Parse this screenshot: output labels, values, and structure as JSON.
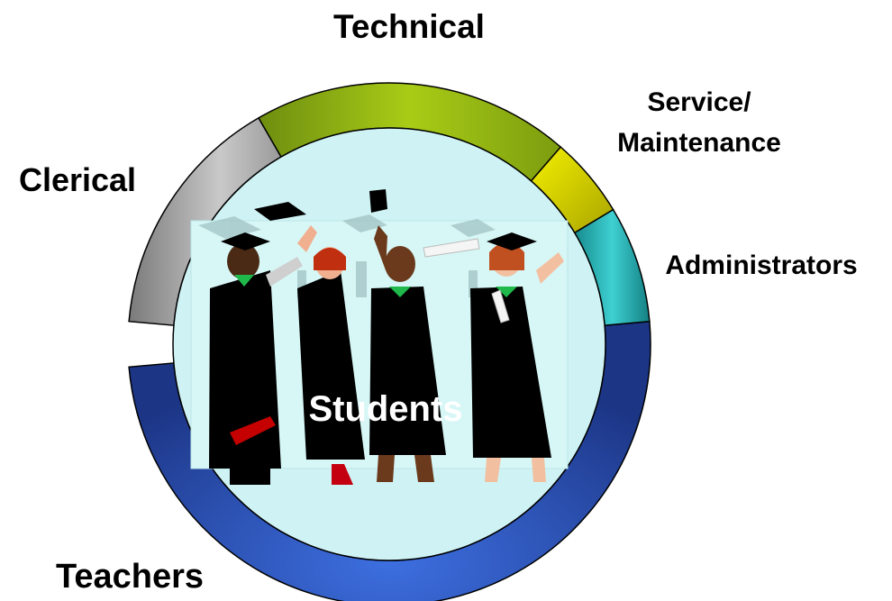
{
  "diagram": {
    "center_label": "Students",
    "segments": [
      {
        "id": "teachers",
        "label": "Teachers",
        "color": "#2a4fb8"
      },
      {
        "id": "clerical",
        "label": "Clerical",
        "color": "#a6a6a6"
      },
      {
        "id": "technical",
        "label": "Technical",
        "color": "#8fb312"
      },
      {
        "id": "service",
        "label_line1": "Service/",
        "label_line2": "Maintenance",
        "color": "#e2e000"
      },
      {
        "id": "administrators",
        "label": "Administrators",
        "color": "#1fb3b5"
      }
    ],
    "inner_color": "#cff3f5",
    "illustration": "graduates-clipart"
  }
}
